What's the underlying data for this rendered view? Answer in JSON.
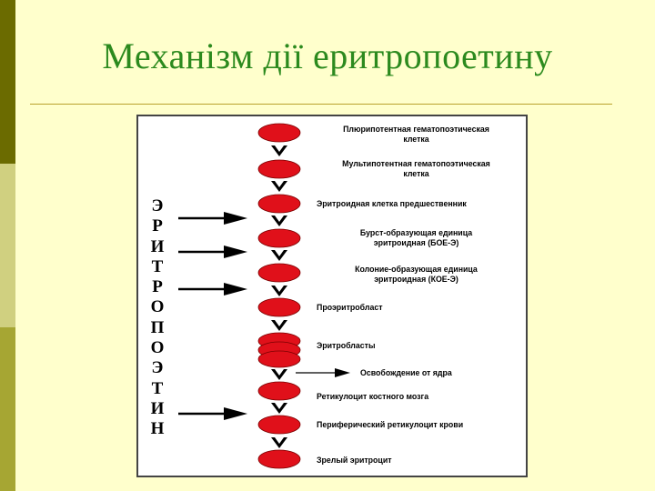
{
  "title": "Механізм дії еритропоетину",
  "vertical_word": [
    "Э",
    "Р",
    "И",
    "Т",
    "Р",
    "О",
    "П",
    "О",
    "Э",
    "Т",
    "И",
    "Н"
  ],
  "stages": [
    {
      "lines": [
        "Плюрипотентная гематопоэтическая",
        "клетка"
      ]
    },
    {
      "lines": [
        "Мультипотентная гематопоэтическая",
        "клетка"
      ]
    },
    {
      "lines": [
        "Эритроидная клетка предшественник"
      ]
    },
    {
      "lines": [
        "Бурст-образующая единица",
        "эритроидная (БОЕ-Э)"
      ]
    },
    {
      "lines": [
        "Колоние-образующая единица",
        "эритроидная (КОЕ-Э)"
      ]
    },
    {
      "lines": [
        "Проэритробласт"
      ]
    },
    {
      "lines": [
        "Эритробласты"
      ]
    },
    {
      "lines": [
        "Ретикулоцит костного мозга"
      ]
    },
    {
      "lines": [
        "Периферический ретикулоцит крови"
      ]
    },
    {
      "lines": [
        "Зрелый эритроцит"
      ]
    }
  ],
  "side_note": "Освобождение от ядра",
  "colors": {
    "background": "#ffffcc",
    "cell": "#e0101a",
    "title": "#2c8a1e",
    "sidebar_dark": "#6b6b00",
    "sidebar_mid": "#a6a633",
    "sidebar_light": "#d0d080"
  }
}
